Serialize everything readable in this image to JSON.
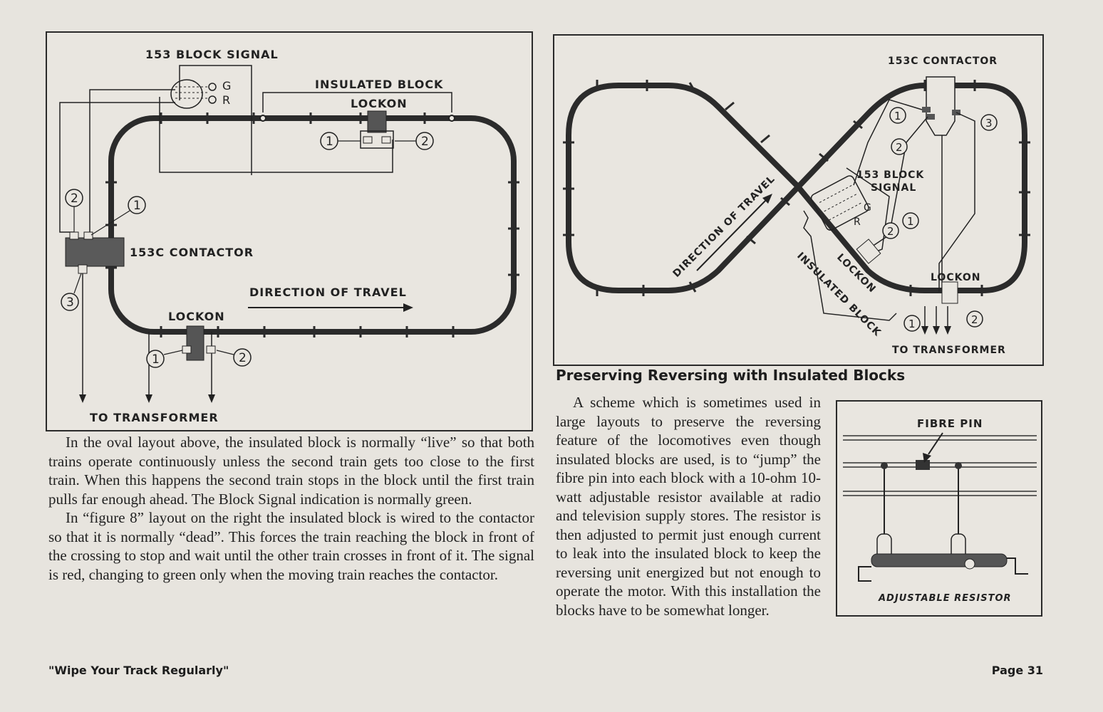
{
  "left_diagram": {
    "block_signal": "153 BLOCK SIGNAL",
    "insulated_block": "INSULATED BLOCK",
    "lockon_top": "LOCKON",
    "lockon_bottom": "LOCKON",
    "contactor": "153C CONTACTOR",
    "direction": "DIRECTION OF TRAVEL",
    "transformer": "TO TRANSFORMER",
    "g": "G",
    "r": "R",
    "n1": "1",
    "n2": "2",
    "n3": "3"
  },
  "right_diagram": {
    "contactor": "153C CONTACTOR",
    "block_signal_1": "153 BLOCK",
    "block_signal_2": "SIGNAL",
    "direction": "DIRECTION OF TRAVEL",
    "lockon_diag": "LOCKON",
    "insulated_block_diag": "INSULATED BLOCK",
    "lockon": "LOCKON",
    "transformer": "TO TRANSFORMER",
    "g": "G",
    "r": "R",
    "n1": "1",
    "n2": "2",
    "n3": "3"
  },
  "resistor_diagram": {
    "fibre_pin": "FIBRE PIN",
    "adjustable_resistor": "ADJUSTABLE RESISTOR"
  },
  "left_text": {
    "p1": "In the oval layout above, the insulated block is normally “live” so that both trains operate continuously unless the second train gets too close to the first train. When this happens the second train stops in the block until the first train pulls far enough ahead. The Block Signal indication is normally green.",
    "p2": "In “figure 8” layout on the right the insulated block is wired to the contactor so that it is normally “dead”. This forces the train reaching the block in front of the crossing to stop and wait until the other train crosses in front of it. The signal is red, changing to green only when the moving train reaches the contactor."
  },
  "right_text": {
    "heading": "Preserving Reversing with Insulated Blocks",
    "p1": "A scheme which is sometimes used in large layouts to preserve the reversing feature of the locomotives even though insulated blocks are used, is to “jump” the fibre pin into each block with a 10-ohm 10-watt adjustable resistor available at radio and television supply stores. The resistor is then adjusted to permit just enough current to leak into the insulated block to keep the reversing unit energized but not enough to operate the motor. With this installation the blocks have to be somewhat longer."
  },
  "footer": {
    "left": "\"Wipe Your Track Regularly\"",
    "right": "Page 31"
  }
}
